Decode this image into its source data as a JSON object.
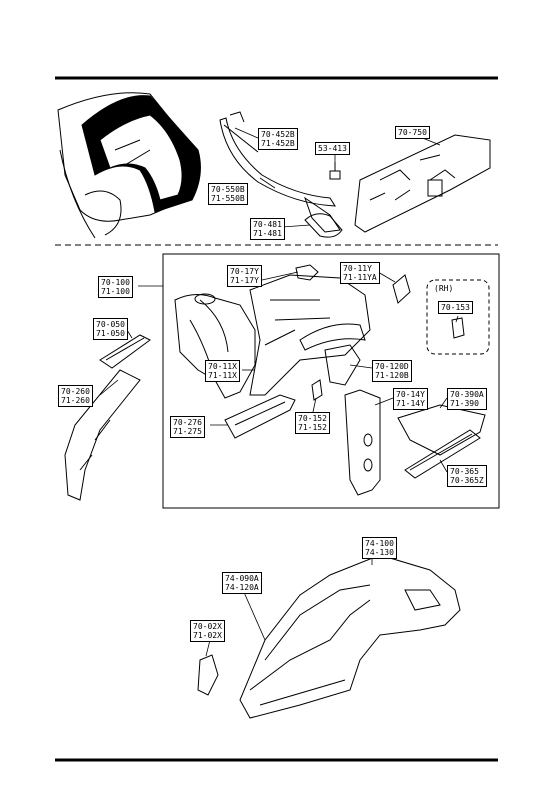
{
  "labels": {
    "p70_452": [
      "70-452B",
      "71-452B"
    ],
    "p53_413": [
      "53-413"
    ],
    "p70_750": [
      "70-750"
    ],
    "p70_550": [
      "70-550B",
      "71-550B"
    ],
    "p70_481": [
      "70-481",
      "71-481"
    ],
    "p70_100": [
      "70-100",
      "71-100"
    ],
    "p70_17y": [
      "70-17Y",
      "71-17Y"
    ],
    "p70_11y": [
      "70-11Y",
      "71-11YA"
    ],
    "p70_153": [
      "70-153"
    ],
    "p70_050": [
      "70-050",
      "71-050"
    ],
    "p70_11x": [
      "70-11X",
      "71-11X"
    ],
    "p70_120": [
      "70-120D",
      "71-120B"
    ],
    "p70_260": [
      "70-260",
      "71-260"
    ],
    "p70_14y": [
      "70-14Y",
      "71-14Y"
    ],
    "p70_390": [
      "70-390A",
      "71-390"
    ],
    "p70_276": [
      "70-276",
      "71-275"
    ],
    "p70_152": [
      "70-152",
      "71-152"
    ],
    "p70_365": [
      "70-365",
      "70-365Z"
    ],
    "p74_100": [
      "74-100",
      "74-130"
    ],
    "p74_090": [
      "74-090A",
      "74-120A"
    ],
    "p70_02x": [
      "70-02X",
      "71-02X"
    ]
  },
  "rh_note": "(RH)"
}
